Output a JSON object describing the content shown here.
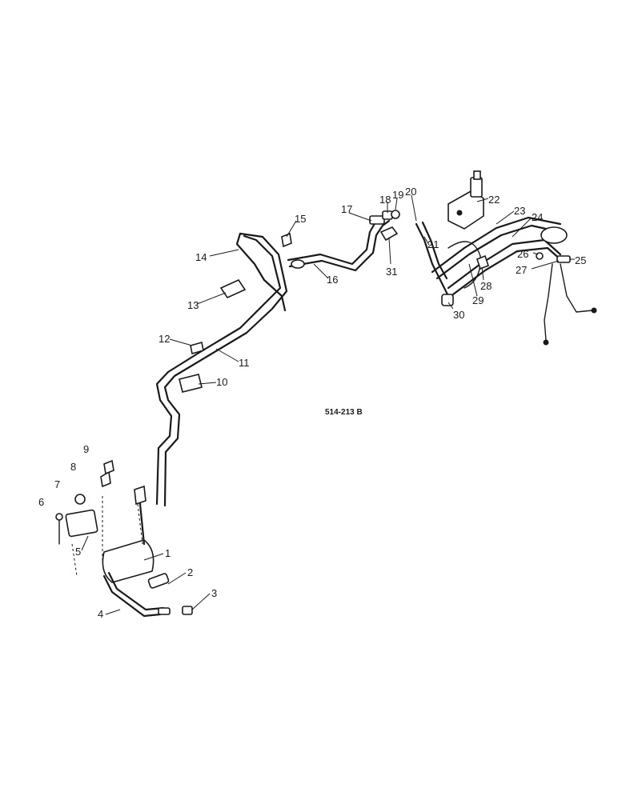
{
  "diagram": {
    "reference_code": "514-213 B",
    "callouts": [
      "1",
      "2",
      "3",
      "4",
      "5",
      "6",
      "7",
      "8",
      "9",
      "10",
      "11",
      "12",
      "13",
      "14",
      "15",
      "16",
      "17",
      "18",
      "19",
      "20",
      "21",
      "22",
      "23",
      "24",
      "25",
      "26",
      "27",
      "28",
      "29",
      "30",
      "31"
    ]
  },
  "colors": {
    "line": "#1a1a1a",
    "background": "#ffffff"
  }
}
